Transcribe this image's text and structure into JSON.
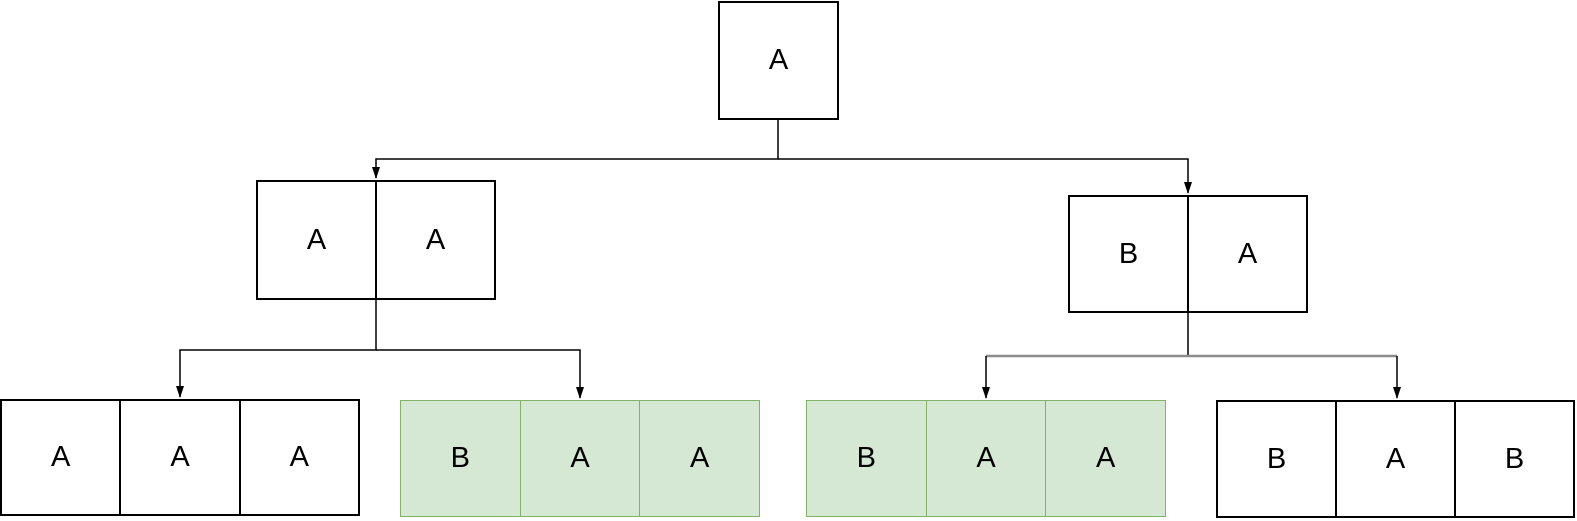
{
  "diagram_type": "tree-diagram",
  "colors": {
    "box_fill": "#ffffff",
    "box_border": "#000000",
    "highlight_fill": "#d5e8d4",
    "highlight_border": "#82b366",
    "edge": "#000000",
    "edge_gray": "#8c8c8c",
    "text": "#000000"
  },
  "tree": {
    "root": {
      "cells": [
        "A"
      ],
      "highlighted": false
    },
    "level2": [
      {
        "id": "left",
        "cells": [
          "A",
          "A"
        ],
        "highlighted": false
      },
      {
        "id": "right",
        "cells": [
          "B",
          "A"
        ],
        "highlighted": false
      }
    ],
    "level3": [
      {
        "id": "group-1",
        "cells": [
          "A",
          "A",
          "A"
        ],
        "highlighted": false
      },
      {
        "id": "group-2",
        "cells": [
          "B",
          "A",
          "A"
        ],
        "highlighted": true
      },
      {
        "id": "group-3",
        "cells": [
          "B",
          "A",
          "A"
        ],
        "highlighted": true
      },
      {
        "id": "group-4",
        "cells": [
          "B",
          "A",
          "B"
        ],
        "highlighted": false
      }
    ],
    "edges": [
      {
        "from": "root",
        "to": "level2-left"
      },
      {
        "from": "root",
        "to": "level2-right"
      },
      {
        "from": "level2-left",
        "to": "level3-group-1"
      },
      {
        "from": "level2-left",
        "to": "level3-group-2"
      },
      {
        "from": "level2-right",
        "to": "level3-group-3"
      },
      {
        "from": "level2-right",
        "to": "level3-group-4"
      }
    ]
  }
}
